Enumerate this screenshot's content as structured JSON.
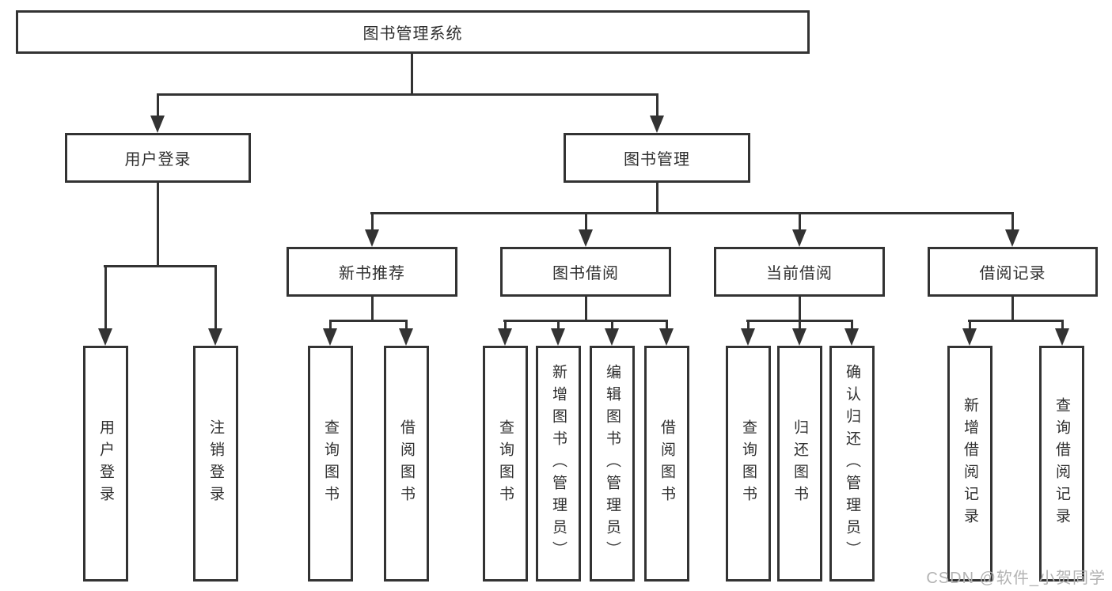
{
  "tree": {
    "root": {
      "label": "图书管理系统",
      "children": [
        {
          "label": "用户登录",
          "children": [
            {
              "label": "用户登录"
            },
            {
              "label": "注销登录"
            }
          ]
        },
        {
          "label": "图书管理",
          "children": [
            {
              "label": "新书推荐",
              "children": [
                {
                  "label": "查询图书"
                },
                {
                  "label": "借阅图书"
                }
              ]
            },
            {
              "label": "图书借阅",
              "children": [
                {
                  "label": "查询图书"
                },
                {
                  "label": "新增图书（管理员）"
                },
                {
                  "label": "编辑图书（管理员）"
                },
                {
                  "label": "借阅图书"
                }
              ]
            },
            {
              "label": "当前借阅",
              "children": [
                {
                  "label": "查询图书"
                },
                {
                  "label": "归还图书"
                },
                {
                  "label": "确认归还（管理员）"
                }
              ]
            },
            {
              "label": "借阅记录",
              "children": [
                {
                  "label": "新增借阅记录"
                },
                {
                  "label": "查询借阅记录"
                }
              ]
            }
          ]
        }
      ]
    }
  },
  "watermark": {
    "text": "CSDN @软件_小贺同学"
  },
  "colors": {
    "line": "#333333",
    "text": "#2f2f2f",
    "watermark": "#b3b3b3",
    "background": "#ffffff"
  }
}
